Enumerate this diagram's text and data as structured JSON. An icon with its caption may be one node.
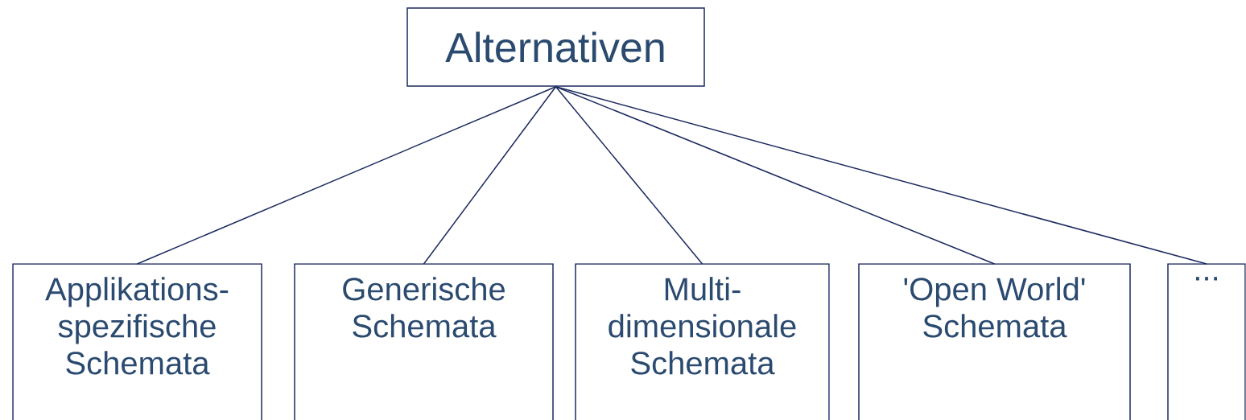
{
  "diagram": {
    "nodes": [
      {
        "text": [
          "Alternativen"
        ]
      },
      {
        "text": [
          "Applikations-spezifische Schemata"
        ]
      },
      {
        "text": [
          "Generische Schemata"
        ]
      },
      {
        "text": [
          "Multi-dimensionale Schemata"
        ]
      },
      {
        "text": [
          "'Open World' Schemata"
        ]
      },
      {
        "text": [
          "..."
        ]
      }
    ],
    "edges": [
      {
        "from": 0,
        "to": 1,
        "arrow": "none"
      },
      {
        "from": 0,
        "to": 2,
        "arrow": "none"
      },
      {
        "from": 0,
        "to": 3,
        "arrow": "none"
      },
      {
        "from": 0,
        "to": 4,
        "arrow": "none"
      },
      {
        "from": 0,
        "to": 5,
        "arrow": "none"
      }
    ]
  }
}
